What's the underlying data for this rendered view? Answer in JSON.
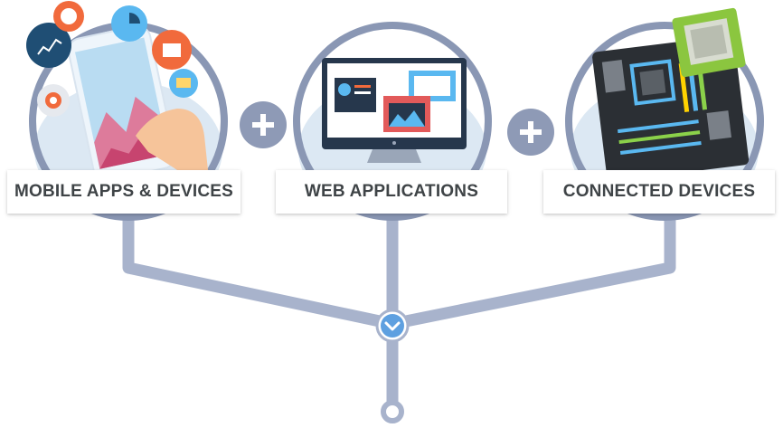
{
  "categories": [
    {
      "label": "MOBILE APPS & DEVICES",
      "icon": "mobile-phone-icon"
    },
    {
      "label": "WEB APPLICATIONS",
      "icon": "web-browser-monitor-icon"
    },
    {
      "label": "CONNECTED DEVICES",
      "icon": "circuit-board-icon"
    }
  ],
  "connectors": {
    "plus": "plus-icon",
    "merge": "chevron-down-icon"
  },
  "colors": {
    "circle_stroke": "#8a97b4",
    "connector": "#a8b3cc",
    "plus_fill": "#8e9ab6",
    "chevron_fill": "#5ea0e0",
    "text": "#3f4447"
  }
}
